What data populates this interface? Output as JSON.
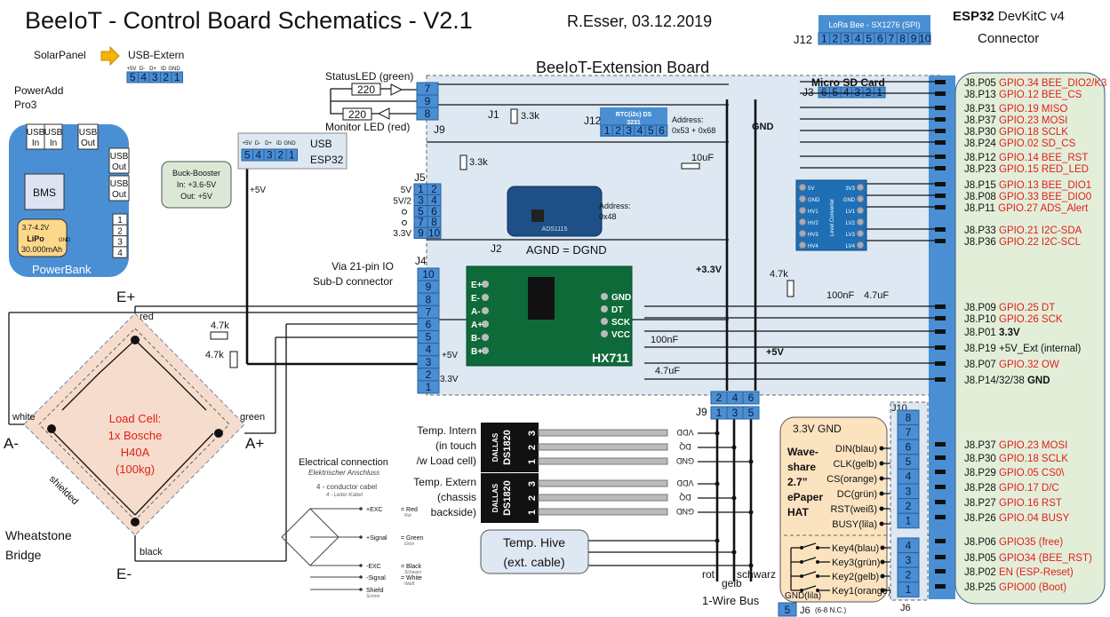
{
  "header": {
    "title_main": "BeeIoT - Control Board Schematics",
    "title_version": " - V2.1",
    "author_date": "R.Esser, 03.12.2019",
    "esp_title_bold": "ESP32",
    "esp_title_rest": " DevKitC v4",
    "esp_title_line2": "Connector"
  },
  "extension_board": {
    "title": "BeeIoT-Extension Board",
    "agnd": "AGND = DGND",
    "gnd_label": "GND",
    "v33_label": "+3.3V",
    "v5_label": "+5V"
  },
  "power": {
    "solar": "SolarPanel",
    "usb_extern": "USB-Extern",
    "usb_pins_labels": [
      "+5V",
      "D-",
      "D+",
      "ID",
      "GND"
    ],
    "usb_pins": [
      "5",
      "4",
      "3",
      "2",
      "1"
    ],
    "poweradd": "PowerAdd",
    "pro3": "Pro3",
    "usb_in": "USB",
    "in": "In",
    "out": "Out",
    "bms": "BMS",
    "lipo_v": "3.7-4.2V",
    "lipo": "LiPo",
    "lipo_gnd": "GND",
    "lipo_cap": "30.000mAh",
    "powerbank": "PowerBank",
    "pb_pins": [
      "1",
      "2",
      "3",
      "4"
    ],
    "buck_title": "Buck-Booster",
    "buck_in": "In:  +3.6-5V",
    "buck_out": "Out: +5V",
    "plus5v": "+5V",
    "usb_esp_line1": "USB",
    "usb_esp_line2": "ESP32"
  },
  "leds": {
    "status": "StatusLED (green)",
    "monitor": "Monitor LED (red)",
    "r_value": "220",
    "j9_pins": [
      "7",
      "9",
      "8"
    ],
    "j9_label": "J9",
    "j1_label": "J1",
    "r33k": "3.3k"
  },
  "lora": {
    "title": "LoRa Bee - SX1276 (SPI)",
    "label": "J12",
    "pins": [
      "1",
      "2",
      "3",
      "4",
      "5",
      "6",
      "7",
      "8",
      "9",
      "10"
    ]
  },
  "sdcard": {
    "title": "Micro SD Card",
    "label": "J3",
    "pins": [
      "6",
      "5",
      "4",
      "3",
      "2",
      "1"
    ]
  },
  "rtc": {
    "title1": "RTC(i2c) DS",
    "title2": "3231",
    "label": "J12",
    "pins": [
      "1",
      "2",
      "3",
      "4",
      "5",
      "6"
    ],
    "address1": "Address:",
    "address2": "0x53 + 0x68"
  },
  "adc": {
    "address1": "Address:",
    "address2": "0x48",
    "r33k": "3.3k",
    "cap": "10uF",
    "name": "ADS1115"
  },
  "j5": {
    "label": "J5",
    "left_labels": [
      "5V",
      "5V/2",
      "",
      "",
      "3.3V"
    ],
    "pins": [
      [
        "1",
        "2"
      ],
      [
        "3",
        "4"
      ],
      [
        "5",
        "6"
      ],
      [
        "7",
        "8"
      ],
      [
        "9",
        "10"
      ]
    ]
  },
  "j4": {
    "label": "J4",
    "pins": [
      "10",
      "9",
      "8",
      "7",
      "6",
      "5",
      "4",
      "3",
      "2",
      "1"
    ],
    "via1": "Via 21-pin IO",
    "via2": "Sub-D connector",
    "plus5": "+5V",
    "v33": "3.3V",
    "j2": "J2"
  },
  "hx711": {
    "name": "HX711",
    "left": [
      "E+",
      "E-",
      "A-",
      "A+",
      "B-",
      "B+"
    ],
    "right": [
      "GND",
      "DT",
      "SCK",
      "VCC"
    ],
    "j1": "J1"
  },
  "level_conv": {
    "left": [
      "5V",
      "GND",
      "HV1",
      "HV2",
      "HV3",
      "HV4"
    ],
    "right": [
      "3V3",
      "GND",
      "LV1",
      "LV2",
      "LV3",
      "LV4"
    ],
    "name": "Level Converter"
  },
  "caps": {
    "r47k": "4.7k",
    "c100n": "100nF",
    "c47u": "4.7uF"
  },
  "loadcell": {
    "e_plus": "E+",
    "e_minus": "E-",
    "a_minus": "A-",
    "a_plus": "A+",
    "red": "red",
    "white": "white",
    "green": "green",
    "black": "black",
    "shielded": "shielded",
    "line1": "Load Cell:",
    "line2": "1x Bosche",
    "line3": "H40A",
    "line4": "(100kg)",
    "wheat1": "Wheatstone",
    "wheat2": "Bridge",
    "r1": "4.7k",
    "r2": "4.7k"
  },
  "elec": {
    "title": "Electrical connection",
    "subtitle": "Elektrischer Anschluss",
    "cable": "4 - conductor cabel",
    "cable_de": "4 - Leiter-Kabel",
    "rows": [
      {
        "sig": "+EXC",
        "col": "Red",
        "de": "Rot"
      },
      {
        "sig": "+Signal",
        "col": "Green",
        "de": "Grün"
      },
      {
        "sig": "-EXC",
        "col": "Black",
        "de": "Schwarz"
      },
      {
        "sig": "-Signal",
        "col": "White",
        "de": "Weiß"
      },
      {
        "sig": "Shield",
        "col": "",
        "de": "Schirm"
      }
    ]
  },
  "temp": {
    "intern1": "Temp. Intern",
    "intern2": "(in touch",
    "intern3": "/w Load cell)",
    "extern1": "Temp. Extern",
    "extern2": "(chassis",
    "extern3": "backside)",
    "chip_brand": "DALLAS",
    "chip_name": "DS1820",
    "chip_pins": [
      "3",
      "2",
      "1"
    ],
    "pin_names": [
      "VDD",
      "DQ",
      "GND"
    ],
    "hive1": "Temp. Hive",
    "hive2": "(ext. cable)",
    "rot": "rot",
    "gelb": "gelb",
    "schwarz": "schwarz",
    "bus": "1-Wire Bus",
    "j9_label": "J9",
    "j9_top": [
      "2",
      "4",
      "6"
    ],
    "j9_bottom": [
      "1",
      "3",
      "5"
    ]
  },
  "epaper": {
    "power": "3.3V GND",
    "name1": "Wave-",
    "name2": "share",
    "name3": "2.7”",
    "name4": "ePaper",
    "name5": "HAT",
    "pins": [
      "DIN(blau)",
      "CLK(gelb)",
      "CS(orange)",
      "DC(grün)",
      "RST(weiß)",
      "BUSY(lila)"
    ],
    "keys": [
      "Key4(blau)",
      "Key3(grün)",
      "Key2(gelb)",
      "Key1(orange)"
    ],
    "gnd": "GND(lila)",
    "j6_pin5": "5",
    "j6_note": "J6",
    "j6_nc": "(6-8 N.C.)"
  },
  "j10": {
    "label": "J10",
    "pins": [
      "8",
      "7",
      "6",
      "5",
      "4",
      "3",
      "2",
      "1"
    ]
  },
  "j6": {
    "label": "J6",
    "pins": [
      "4",
      "3",
      "2",
      "1"
    ]
  },
  "esp_pins": [
    {
      "pin": "J8.P05",
      "gpio": "GPIO.34 BEE_DIO2/K3",
      "red": true
    },
    {
      "pin": "J8.P13",
      "gpio": "GPIO.12 BEE_CS",
      "red": true
    },
    {
      "pin": "J8.P31",
      "gpio": "GPIO.19 MISO",
      "red": true
    },
    {
      "pin": "J8.P37",
      "gpio": "GPIO.23 MOSI",
      "red": true
    },
    {
      "pin": "J8.P30",
      "gpio": "GPIO.18 SCLK",
      "red": true
    },
    {
      "pin": "J8.P24",
      "gpio": "GPIO.02 SD_CS",
      "red": true
    },
    {
      "pin": "J8.P12",
      "gpio": "GPIO.14 BEE_RST",
      "red": true
    },
    {
      "pin": "J8.P23",
      "gpio": "GPIO.15 RED_LED",
      "red": true
    },
    {
      "pin": "J8.P15",
      "gpio": "GPIO.13 BEE_DIO1",
      "red": true
    },
    {
      "pin": "J8.P08",
      "gpio": "GPIO.33 BEE_DIO0",
      "red": true
    },
    {
      "pin": "J8.P11",
      "gpio": "GPIO.27 ADS_Alert",
      "red": true
    },
    {
      "pin": "J8.P33",
      "gpio": "GPIO.21 I2C-SDA",
      "red": true
    },
    {
      "pin": "J8.P36",
      "gpio": "GPIO.22 I2C-SCL",
      "red": true
    },
    {
      "pin": "J8.P09",
      "gpio": "GPIO.25 DT",
      "red": true
    },
    {
      "pin": "J8.P10",
      "gpio": "GPIO.26 SCK",
      "red": true
    },
    {
      "pin": "J8.P01",
      "gpio": "3.3V",
      "red": false,
      "bold": true
    },
    {
      "pin": "J8.P19",
      "gpio": "+5V_Ext (internal)",
      "red": false
    },
    {
      "pin": "J8.P07",
      "gpio": "GPIO.32 OW",
      "red": true
    },
    {
      "pin": "J8.P14/32/38",
      "gpio": "GND",
      "red": false,
      "bold": true
    },
    {
      "pin": "J8.P37",
      "gpio": "GPIO.23 MOSI",
      "red": true
    },
    {
      "pin": "J8.P30",
      "gpio": "GPIO.18 SCLK",
      "red": true
    },
    {
      "pin": "J8.P29",
      "gpio": "GPIO.05 CS0\\",
      "red": true
    },
    {
      "pin": "J8.P28",
      "gpio": "GPIO.17 D/C",
      "red": true
    },
    {
      "pin": "J8.P27",
      "gpio": "GPIO.16 RST",
      "red": true
    },
    {
      "pin": "J8.P26",
      "gpio": "GPIO.04 BUSY",
      "red": true
    },
    {
      "pin": "J8.P06",
      "gpio": "GPIO35 (free)",
      "red": true
    },
    {
      "pin": "J8.P05",
      "gpio": "GPIO34 (BEE_RST)",
      "red": true
    },
    {
      "pin": "J8.P02",
      "gpio": "EN (ESP-Reset)",
      "red": true
    },
    {
      "pin": "J8.P25",
      "gpio": "GPIO00 (Boot)",
      "red": true
    }
  ]
}
